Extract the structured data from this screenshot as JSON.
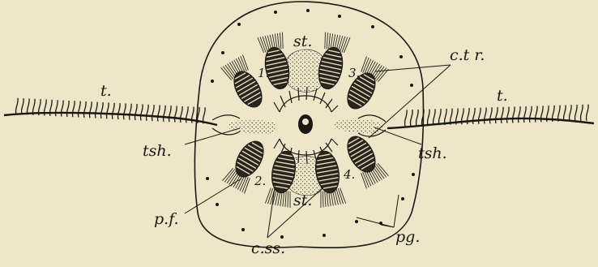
{
  "figure": {
    "background": "#efe6c9",
    "ink": "#1b1712",
    "labels": {
      "t_left": "t.",
      "t_right": "t.",
      "st_top": "st.",
      "st_bottom": "st.",
      "ctr": "c.t r.",
      "tsh_left": "tsh.",
      "tsh_right": "tsh.",
      "pf": "p.f.",
      "css": "c.ss.",
      "pg": "pg."
    },
    "numbers": {
      "n1": "1.",
      "n2": "2.",
      "n3": "3.",
      "n4": "4."
    }
  }
}
